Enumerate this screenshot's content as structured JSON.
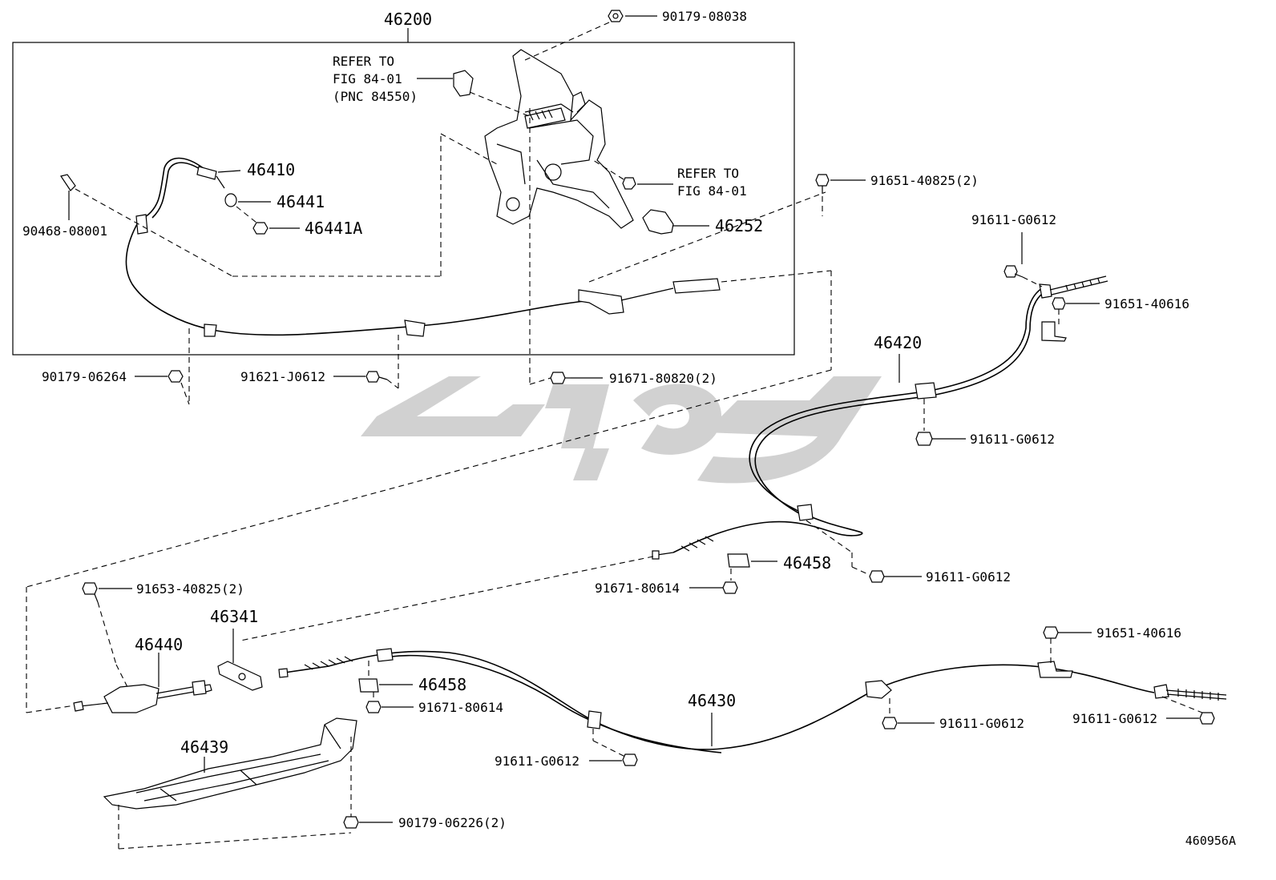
{
  "diagram": {
    "figure_code": "460956A",
    "assembly_box_label": "46200",
    "refer_note": {
      "line1": "REFER TO",
      "line2": "FIG 84-01",
      "line3": "(PNC 84550)"
    },
    "refer_note_2": {
      "line1": "REFER TO",
      "line2": "FIG 84-01"
    },
    "labels": {
      "p90179_08038": "90179-08038",
      "p46410": "46410",
      "p46441": "46441",
      "p46441A": "46441A",
      "p90468_08001": "90468-08001",
      "p46252": "46252",
      "p91651_40825": "91651-40825(2)",
      "p91611_g0612_a": "91611-G0612",
      "p91651_40616_a": "91651-40616",
      "p46420": "46420",
      "p91611_g0612_b": "91611-G0612",
      "p90179_06264": "90179-06264",
      "p91621_j0612": "91621-J0612",
      "p91671_80820": "91671-80820(2)",
      "p46458_a": "46458",
      "p91671_80614_a": "91671-80614",
      "p91611_g0612_c": "91611-G0612",
      "p91653_40825": "91653-40825(2)",
      "p46341": "46341",
      "p46440": "46440",
      "p46458_b": "46458",
      "p91671_80614_b": "91671-80614",
      "p91651_40616_b": "91651-40616",
      "p46430": "46430",
      "p91611_g0612_d": "91611-G0612",
      "p91611_g0612_e": "91611-G0612",
      "p46439": "46439",
      "p91611_g0612_f": "91611-G0612",
      "p90179_06226": "90179-06226(2)"
    }
  }
}
